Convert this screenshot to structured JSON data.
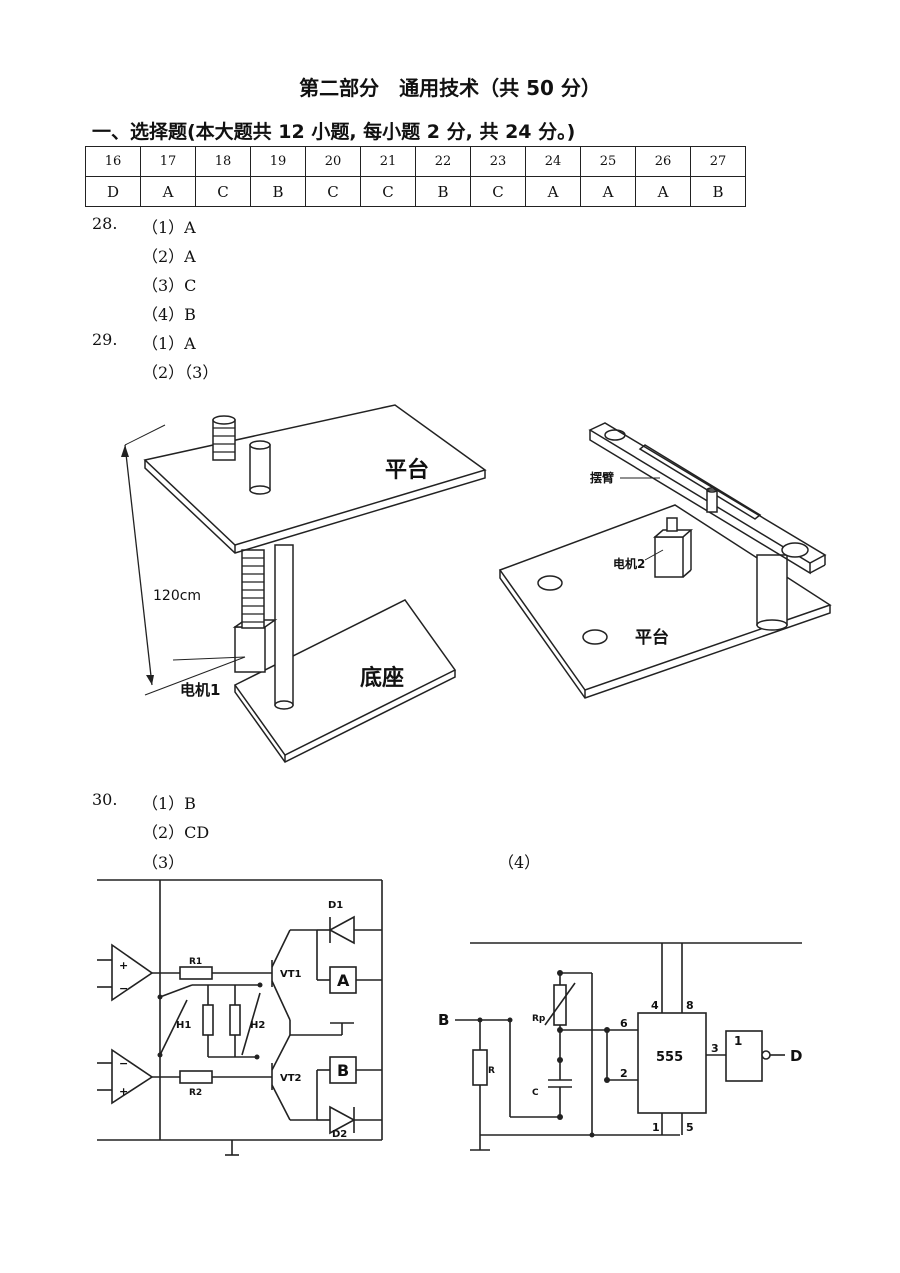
{
  "header": {
    "title": "第二部分　通用技术（共 50 分）"
  },
  "section1": {
    "heading": "一、选择题(本大题共 12 小题, 每小题 2 分, 共 24 分。)",
    "numbers": [
      "16",
      "17",
      "18",
      "19",
      "20",
      "21",
      "22",
      "23",
      "24",
      "25",
      "26",
      "27"
    ],
    "answers": [
      "D",
      "A",
      "C",
      "B",
      "C",
      "C",
      "B",
      "C",
      "A",
      "A",
      "A",
      "B"
    ]
  },
  "q28": {
    "num": "28.",
    "parts": [
      "（1）A",
      "（2）A",
      "（3）C",
      "（4）B"
    ]
  },
  "q29": {
    "num": "29.",
    "parts": [
      "（1）A",
      "（2）（3）"
    ]
  },
  "fig1": {
    "platform_label": "平台",
    "base_label": "底座",
    "height_label": "120cm",
    "motor_label": "电机1"
  },
  "fig2": {
    "arm_label": "摆臂",
    "motor_label": "电机2",
    "platform_label": "平台"
  },
  "q30": {
    "num": "30.",
    "parts": [
      "（1）B",
      "（2）CD",
      "（3）"
    ],
    "part4": "（4）"
  },
  "circuit3": {
    "d1": "D1",
    "d2": "D2",
    "r1": "R1",
    "r2": "R2",
    "vt1": "VT1",
    "vt2": "VT2",
    "h1": "H1",
    "h2": "H2",
    "lamp_a": "A",
    "lamp_b": "B",
    "plus": "+",
    "minus": "−"
  },
  "circuit4": {
    "input": "B",
    "r": "R",
    "rp": "Rp",
    "c": "C",
    "chip": "555",
    "pin4": "4",
    "pin8": "8",
    "pin6": "6",
    "pin2": "2",
    "pin3": "3",
    "pin1": "1",
    "pin5": "5",
    "gate": "1",
    "output": "D"
  }
}
